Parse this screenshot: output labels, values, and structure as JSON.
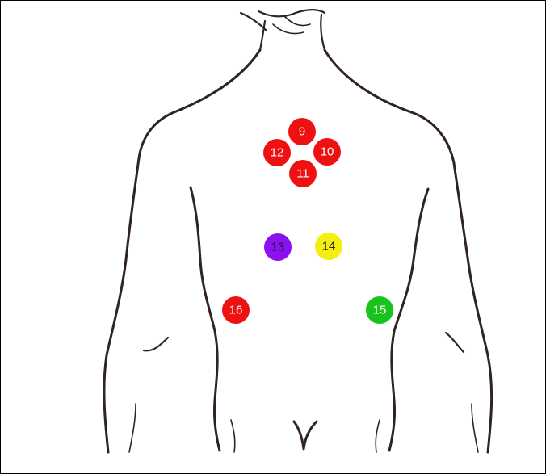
{
  "markers": [
    {
      "label": "9",
      "color": "#ee1111",
      "text_color": "#ffffff"
    },
    {
      "label": "10",
      "color": "#ee1111",
      "text_color": "#ffffff"
    },
    {
      "label": "11",
      "color": "#ee1111",
      "text_color": "#ffffff"
    },
    {
      "label": "12",
      "color": "#ee1111",
      "text_color": "#ffffff"
    },
    {
      "label": "13",
      "color": "#8b12f0",
      "text_color": "#1a1a1a"
    },
    {
      "label": "14",
      "color": "#f5ee10",
      "text_color": "#1a1a1a"
    },
    {
      "label": "15",
      "color": "#18c31b",
      "text_color": "#ffffff"
    },
    {
      "label": "16",
      "color": "#ee1111",
      "text_color": "#ffffff"
    }
  ]
}
